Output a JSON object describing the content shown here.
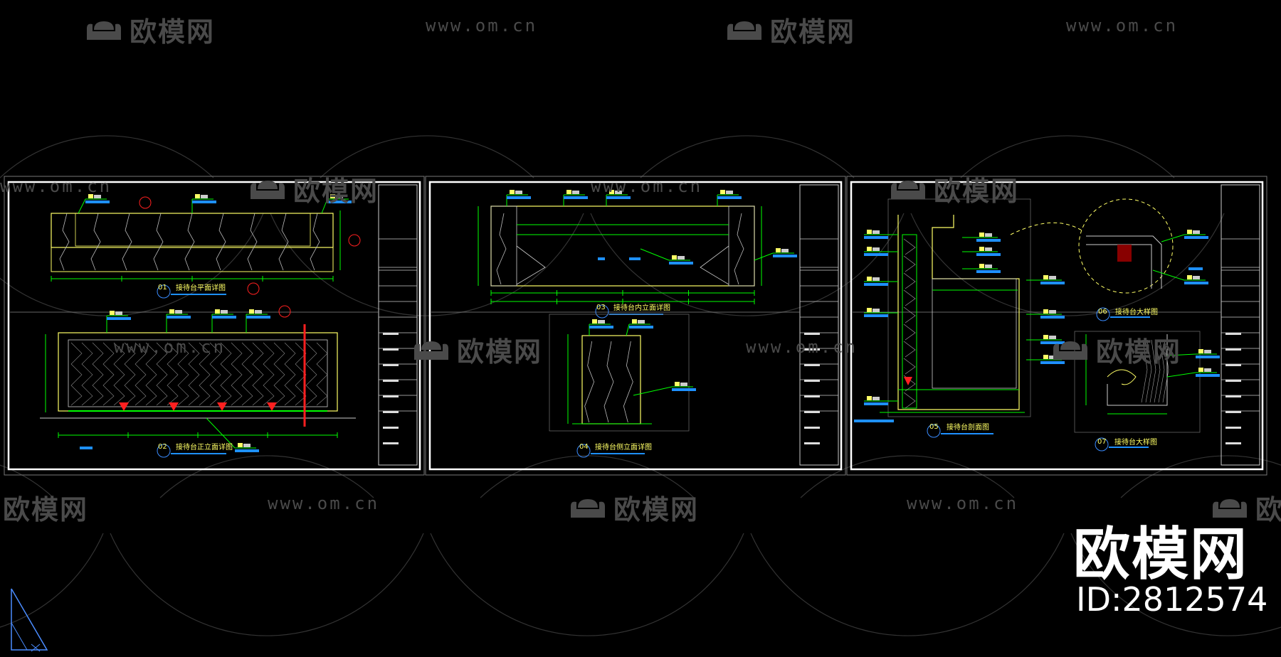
{
  "watermark": {
    "brand": "欧模网",
    "url": "www.om.cn"
  },
  "branding": {
    "name": "欧模网",
    "id_label": "ID:2812574"
  },
  "sheets": [
    {
      "views": [
        {
          "title": "接待台平面详图",
          "number": "01"
        },
        {
          "title": "接待台正立面详图",
          "number": "02"
        }
      ]
    },
    {
      "views": [
        {
          "title": "接待台内立面详图",
          "number": "03"
        },
        {
          "title": "接待台侧立面详图",
          "number": "04"
        }
      ]
    },
    {
      "views": [
        {
          "title": "接待台剖面图",
          "number": "05"
        },
        {
          "title": "接待台大样图",
          "number": "06"
        },
        {
          "title": "接待台大样图",
          "number": "07"
        }
      ]
    }
  ],
  "colors": {
    "background": "#000000",
    "frame": "#ffffff",
    "linework": "#ffff66",
    "dimension": "#00ff00",
    "tag": "#1e90ff",
    "accent": "#ff2020",
    "watermark": "#4a4a4a"
  }
}
